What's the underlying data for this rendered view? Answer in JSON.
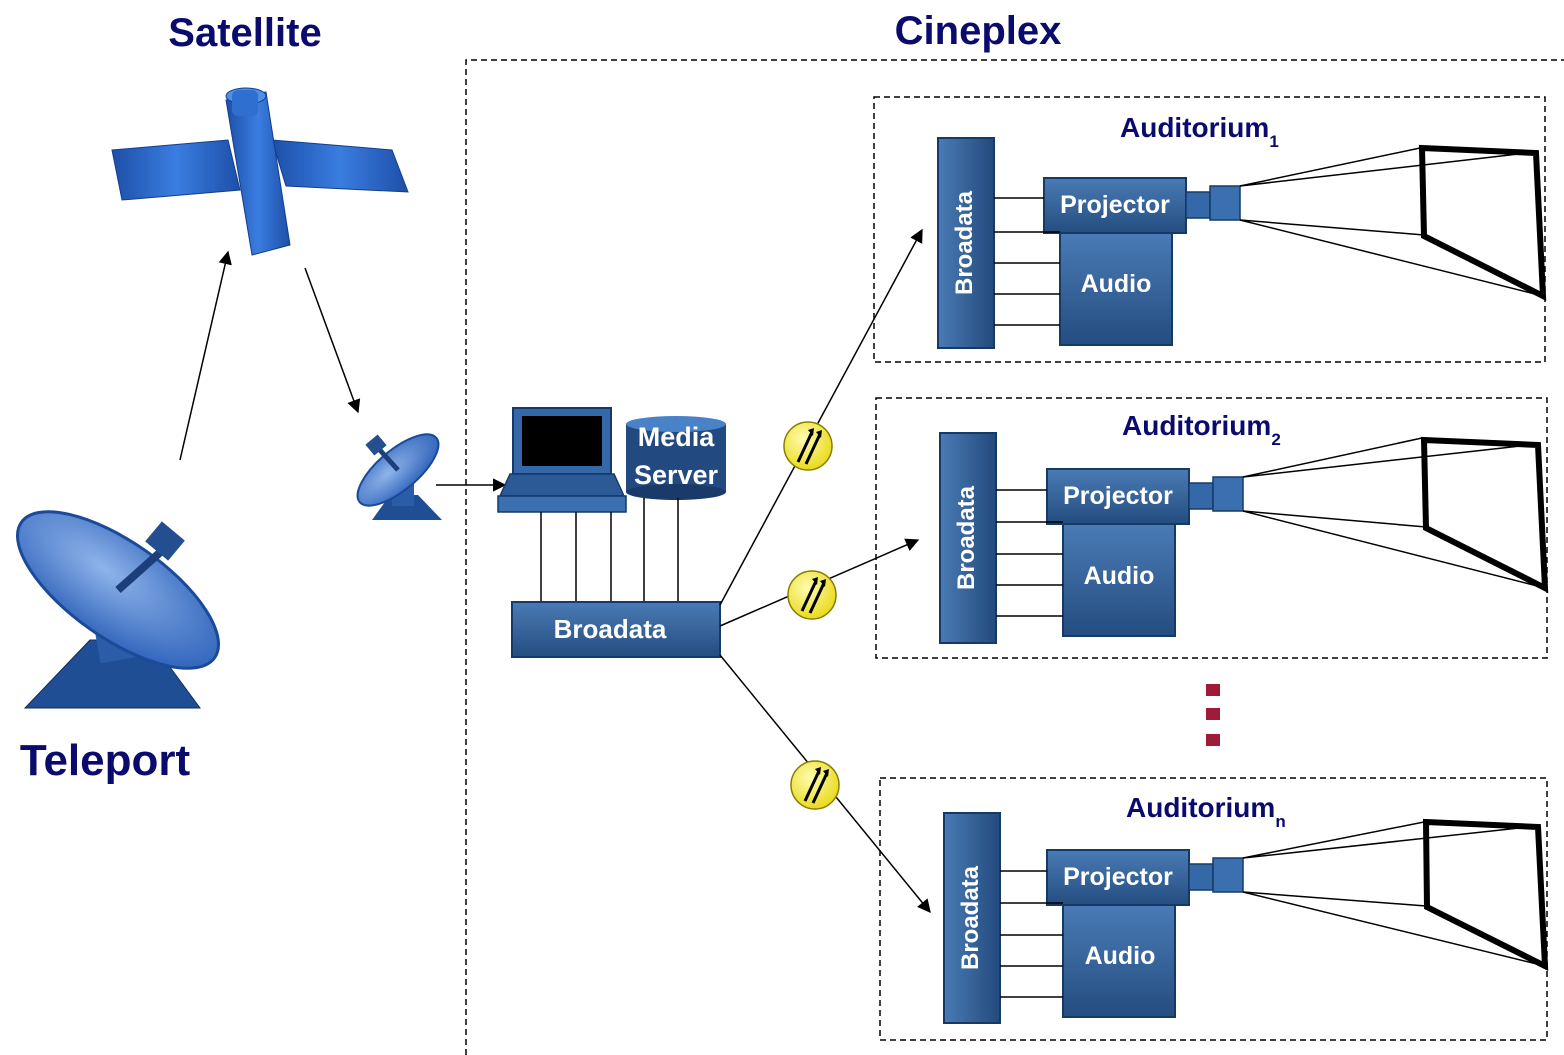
{
  "labels": {
    "satellite": "Satellite",
    "cineplex": "Cineplex",
    "teleport": "Teleport",
    "media_server_line1": "Media",
    "media_server_line2": "Server",
    "broadata_main": "Broadata"
  },
  "auditoriums": [
    {
      "title": "Auditorium",
      "subscript": "1",
      "broadata": "Broadata",
      "projector": "Projector",
      "audio": "Audio"
    },
    {
      "title": "Auditorium",
      "subscript": "2",
      "broadata": "Broadata",
      "projector": "Projector",
      "audio": "Audio"
    },
    {
      "title": "Auditorium",
      "subscript": "n",
      "broadata": "Broadata",
      "projector": "Projector",
      "audio": "Audio"
    }
  ],
  "colors": {
    "heading": "#0b0b6e",
    "box_blue": "#2f5c92",
    "box_border": "#163a66",
    "satellite_blue": "#2a64c4",
    "connector_yellow": "#f2ea26",
    "ellipsis": "#9e1b3a"
  }
}
